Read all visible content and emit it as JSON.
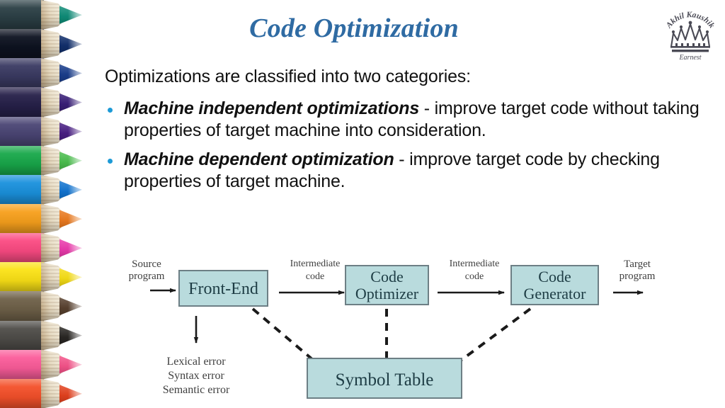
{
  "slide": {
    "title": "Code Optimization",
    "title_color": "#2f6ba3",
    "background": "#ffffff"
  },
  "logo": {
    "name": "akhil-kaushik-crown-logo",
    "arc_text": "Akhil Kaushik",
    "sub_text": "Earnest",
    "color": "#4a4a55"
  },
  "content": {
    "lead": "Optimizations are classified into two categories:",
    "bullet_color": "#1d9ad6",
    "bullets": [
      {
        "term": "Machine independent optimizations",
        "rest": " - improve target code without taking properties of target machine into consideration."
      },
      {
        "term": "Machine dependent optimization",
        "rest": " - improve target code by checking properties of target machine."
      }
    ]
  },
  "diagram": {
    "box_fill": "#b9dbdd",
    "box_stroke": "#6d7f85",
    "boxes": [
      {
        "id": "front-end",
        "label": "Front-End"
      },
      {
        "id": "code-optimizer",
        "label_line1": "Code",
        "label_line2": "Optimizer"
      },
      {
        "id": "code-generator",
        "label_line1": "Code",
        "label_line2": "Generator"
      },
      {
        "id": "symbol-table",
        "label": "Symbol Table"
      }
    ],
    "labels": {
      "source_program_l1": "Source",
      "source_program_l2": "program",
      "intermediate_code_1_l1": "Intermediate",
      "intermediate_code_1_l2": "code",
      "intermediate_code_2_l1": "Intermediate",
      "intermediate_code_2_l2": "code",
      "target_program_l1": "Target",
      "target_program_l2": "program",
      "errors": [
        "Lexical error",
        "Syntax error",
        "Semantic error"
      ]
    }
  },
  "pencils": [
    {
      "barrel": "#2b3f45",
      "tip": "#0f8f7a"
    },
    {
      "barrel": "#0d1220",
      "tip": "#12306e"
    },
    {
      "barrel": "#3a3a62",
      "tip": "#1b3f8f"
    },
    {
      "barrel": "#262049",
      "tip": "#3a1f7a"
    },
    {
      "barrel": "#4a4574",
      "tip": "#4a1f86"
    },
    {
      "barrel": "#18a84a",
      "tip": "#4cc24f"
    },
    {
      "barrel": "#1a91dd",
      "tip": "#1277d6"
    },
    {
      "barrel": "#f7a01c",
      "tip": "#f07d1f"
    },
    {
      "barrel": "#fb4a82",
      "tip": "#f03bb0"
    },
    {
      "barrel": "#fbe216",
      "tip": "#fbe216"
    },
    {
      "barrel": "#6e6048",
      "tip": "#5a4230"
    },
    {
      "barrel": "#4e4c48",
      "tip": "#2a2724"
    },
    {
      "barrel": "#fb5c9a",
      "tip": "#f9548c"
    },
    {
      "barrel": "#f4502a",
      "tip": "#e8431f"
    }
  ]
}
